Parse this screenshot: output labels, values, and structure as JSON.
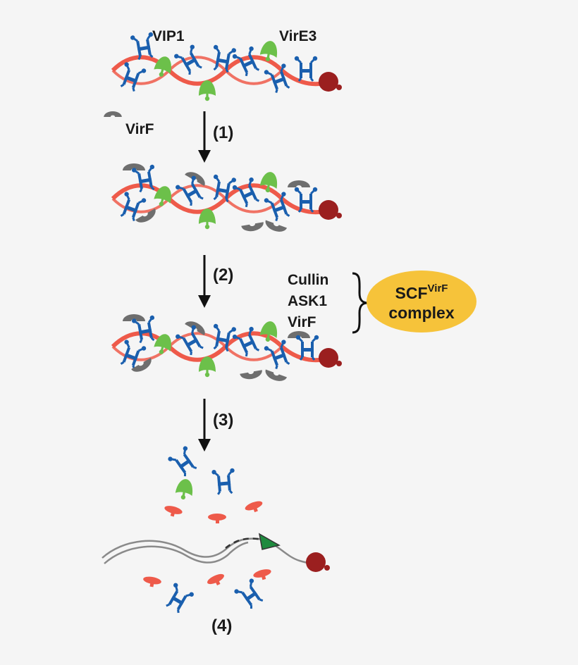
{
  "labels": {
    "vip1": "VIP1",
    "vire3": "VirE3",
    "virf": "VirF",
    "cullin": "Cullin",
    "ask1": "ASK1",
    "virf_component": "VirF"
  },
  "steps": [
    "(1)",
    "(2)",
    "(3)",
    "(4)"
  ],
  "complex": {
    "name": "SCF",
    "superscript": "VirF",
    "line2": "complex"
  },
  "colors": {
    "background": "#f5f5f5",
    "strand": "#ee5a4a",
    "vip1": "#1a5fae",
    "vire3": "#6cc04a",
    "virf": "#6e6e6e",
    "cap": "#9b1f1f",
    "complex_fill": "#f6c33a",
    "dna": "#8a8a8a",
    "arrowhead": "#1e8a3e"
  }
}
